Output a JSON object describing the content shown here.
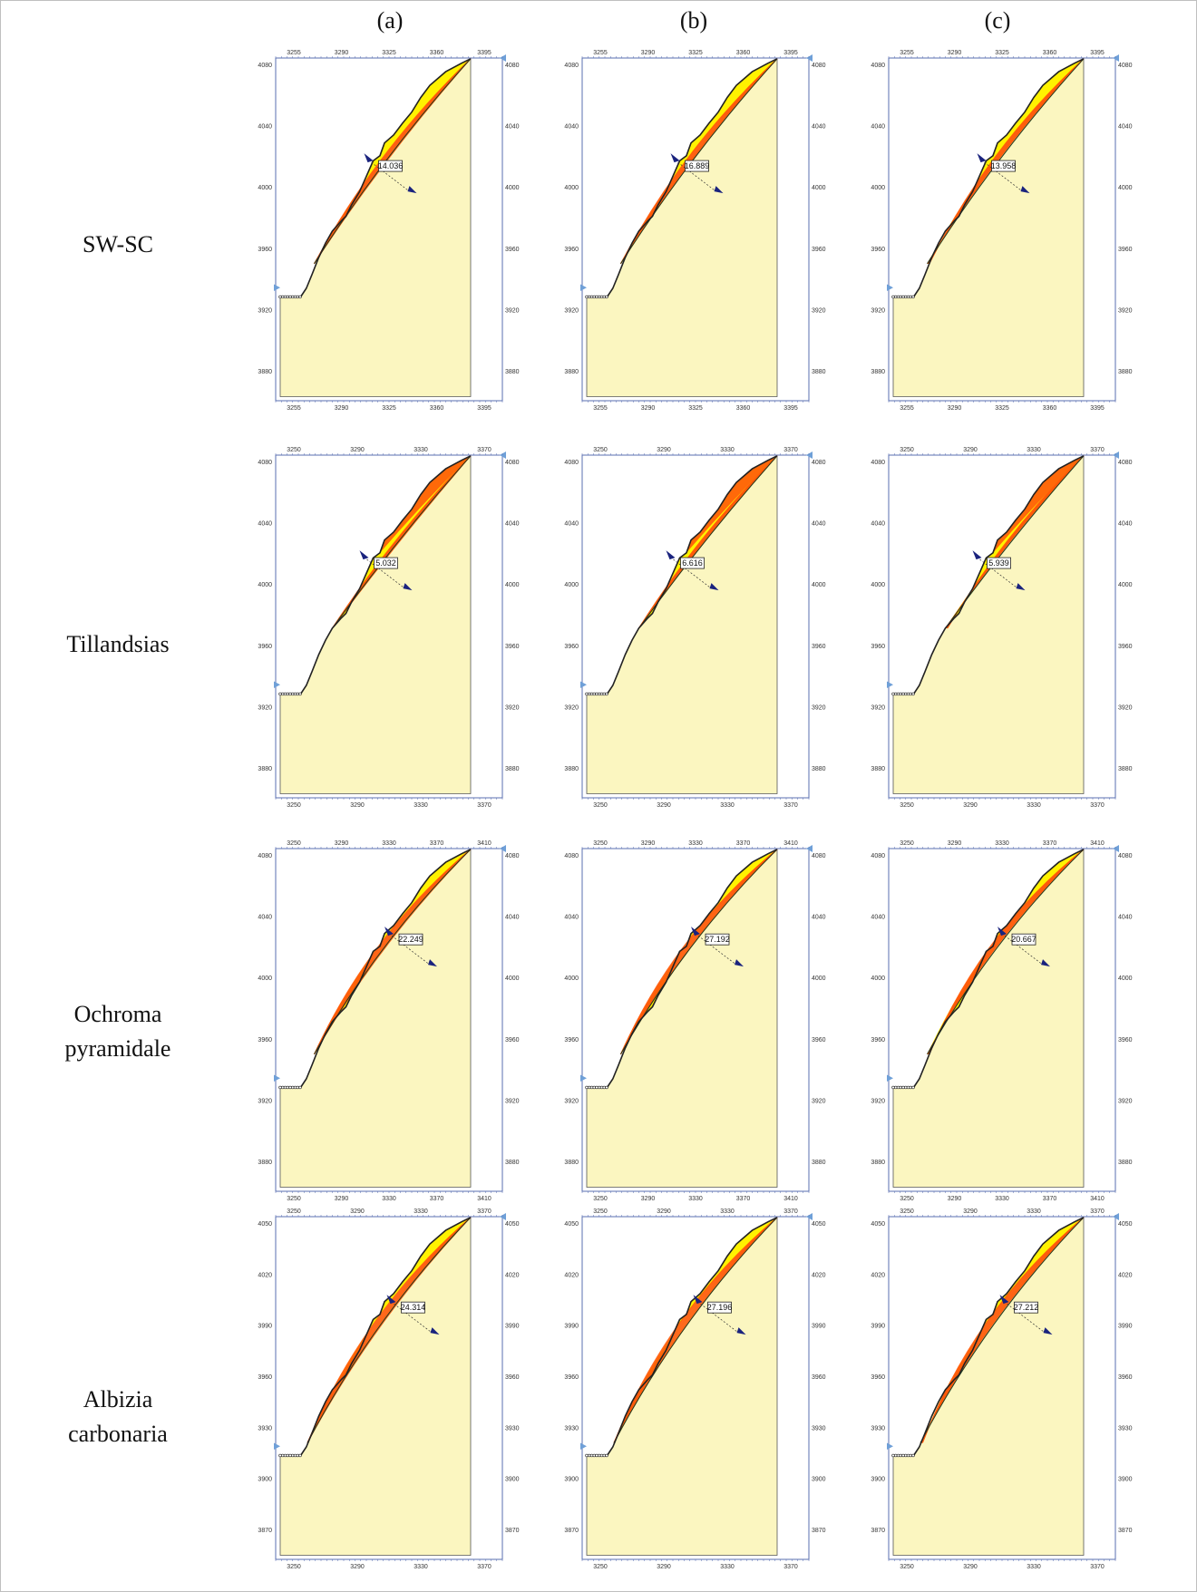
{
  "columns": [
    "(a)",
    "(b)",
    "(c)"
  ],
  "rows": [
    {
      "label_lines": [
        "SW-SC"
      ],
      "x_top_ticks": [
        "3255",
        "3290",
        "3325",
        "3360",
        "3395"
      ],
      "x_bottom_ticks": [
        "3255",
        "3290",
        "3325",
        "3360",
        "3395"
      ],
      "y_ticks": [
        "4080",
        "4040",
        "4000",
        "3960",
        "3920",
        "3880"
      ],
      "factors": [
        "14.036",
        "16.889",
        "13.958"
      ]
    },
    {
      "label_lines": [
        "Tillandsias"
      ],
      "x_top_ticks": [
        "3250",
        "3290",
        "3330",
        "3370"
      ],
      "x_bottom_ticks": [
        "3250",
        "3290",
        "3330",
        "3370"
      ],
      "y_ticks": [
        "4080",
        "4040",
        "4000",
        "3960",
        "3920",
        "3880"
      ],
      "factors": [
        "5.032",
        "6.616",
        "5.939"
      ]
    },
    {
      "label_lines": [
        "Ochroma",
        "pyramidale"
      ],
      "x_top_ticks": [
        "3250",
        "3290",
        "3330",
        "3370",
        "3410"
      ],
      "x_bottom_ticks": [
        "3250",
        "3290",
        "3330",
        "3370",
        "3410"
      ],
      "y_ticks": [
        "4080",
        "4040",
        "4000",
        "3960",
        "3920",
        "3880"
      ],
      "factors": [
        "22.249",
        "27.192",
        "20.667"
      ]
    },
    {
      "label_lines": [
        "Albizia",
        "carbonaria"
      ],
      "x_top_ticks": [
        "3250",
        "3290",
        "3330",
        "3370"
      ],
      "x_bottom_ticks": [
        "3250",
        "3290",
        "3330",
        "3370"
      ],
      "y_ticks": [
        "4050",
        "4020",
        "3990",
        "3960",
        "3930",
        "3900",
        "3870"
      ],
      "factors": [
        "24.314",
        "27.196",
        "27.212"
      ]
    }
  ],
  "colors": {
    "background": "#ffffff",
    "material": "#fbf6c0",
    "sliding_mass": "#fff200",
    "slip_surfaces": "#ff5a0a",
    "axis_frame": "#5a6fb0",
    "ground_line": "#222222",
    "marker": "#1a237e"
  }
}
